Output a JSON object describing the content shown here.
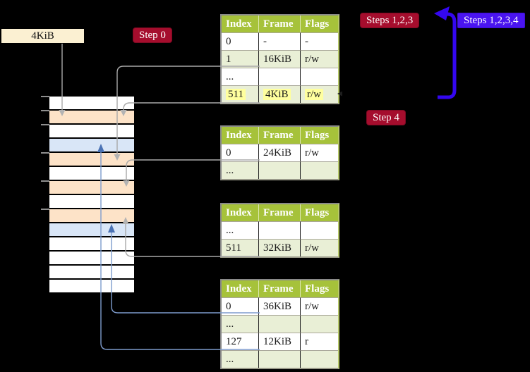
{
  "frame_label": "4KiB",
  "badges": {
    "step0": "Step 0",
    "steps123": "Steps 1,2,3",
    "steps1234": "Steps 1,2,3,4",
    "step4": "Step 4"
  },
  "tables": {
    "headers": [
      "Index",
      "Frame",
      "Flags"
    ],
    "t1": {
      "rows": [
        [
          "0",
          "-",
          "-"
        ],
        [
          "1",
          "16KiB",
          "r/w"
        ],
        [
          "...",
          "",
          ""
        ],
        [
          "511",
          "4KiB",
          "r/w"
        ]
      ]
    },
    "t2": {
      "rows": [
        [
          "0",
          "24KiB",
          "r/w"
        ],
        [
          "...",
          "",
          ""
        ]
      ]
    },
    "t3": {
      "rows": [
        [
          "...",
          "",
          ""
        ],
        [
          "511",
          "32KiB",
          "r/w"
        ]
      ]
    },
    "t4": {
      "rows": [
        [
          "0",
          "36KiB",
          "r/w"
        ],
        [
          "...",
          "",
          ""
        ],
        [
          "127",
          "12KiB",
          "r"
        ],
        [
          "...",
          "",
          ""
        ]
      ]
    }
  },
  "memory": {
    "rows": [
      "free",
      "table",
      "free",
      "page",
      "table",
      "free",
      "table",
      "free",
      "table",
      "page",
      "free",
      "free",
      "free",
      "free"
    ]
  },
  "colors": {
    "background": "#000000",
    "memory_free": "#ffffff",
    "memory_page_table": "#fde3c8",
    "memory_mapped_page": "#d9e6f7",
    "table_header": "#a6c23a",
    "table_row_alt": "#e9efd6",
    "highlight": "#ffff9e",
    "badge_red": "#a50d2d",
    "badge_blue": "#4a14f0",
    "arrow_blue": "#3407f0",
    "connector_gray": "#a9a9a9",
    "connector_gray_head": "#b3b3b3",
    "connector_blue": "#7e9cce",
    "connector_blue_head": "#4a72b4",
    "frame_label_bg": "#fbf0d2",
    "tick": "#8f8f8f"
  }
}
